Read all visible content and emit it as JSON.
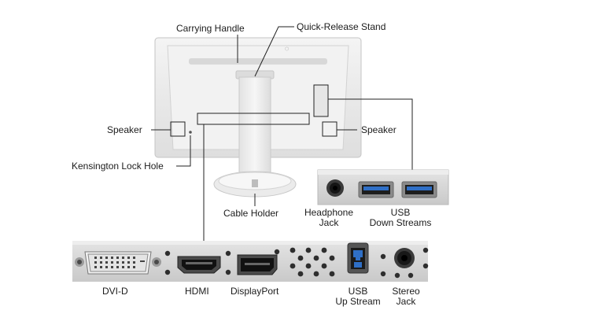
{
  "labels": {
    "carrying_handle": "Carrying Handle",
    "quick_release_stand": "Quick-Release Stand",
    "speaker_left": "Speaker",
    "speaker_right": "Speaker",
    "kensington_lock_hole": "Kensington Lock Hole",
    "cable_holder": "Cable Holder",
    "headphone_jack_1": "Headphone",
    "headphone_jack_2": "Jack",
    "usb_down_1": "USB",
    "usb_down_2": "Down Streams",
    "dvi_d": "DVI-D",
    "hdmi": "HDMI",
    "displayport": "DisplayPort",
    "usb_up_1": "USB",
    "usb_up_2": "Up Stream",
    "stereo_jack_1": "Stereo",
    "stereo_jack_2": "Jack"
  },
  "colors": {
    "monitor_body": "#ececec",
    "panel_bg": "#d6d6d6",
    "usb3_blue": "#2f6fc6",
    "leader_line": "#222222"
  },
  "icons": [
    "dvi-port-icon",
    "hdmi-port-icon",
    "displayport-icon",
    "usb-upstream-icon",
    "stereo-jack-icon",
    "headphone-jack-icon",
    "usb-downstream-icon"
  ]
}
